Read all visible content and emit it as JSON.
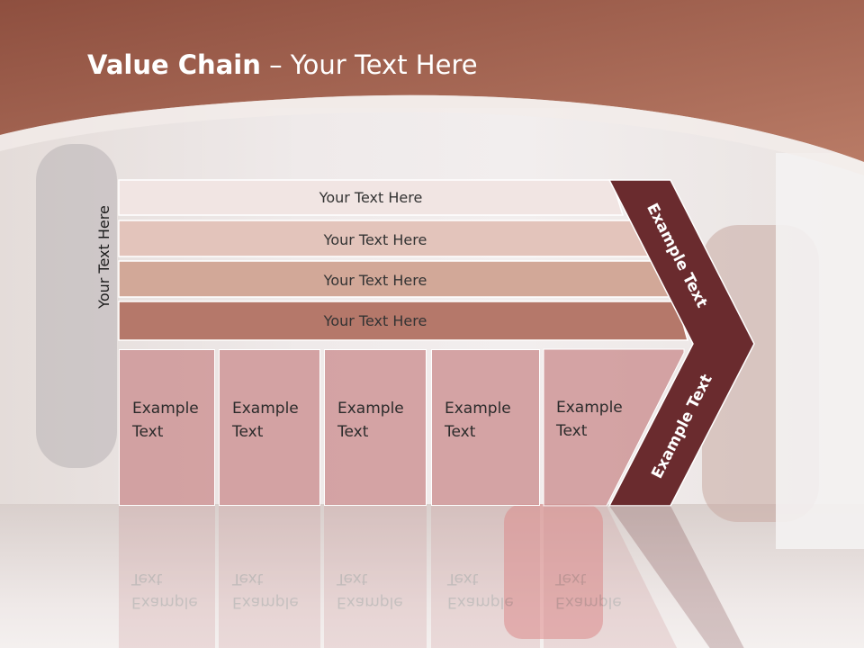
{
  "title": {
    "bold": "Value Chain",
    "rest": " – Your Text Here"
  },
  "side_label": "Your Text Here",
  "rows": [
    {
      "label": "Your Text Here",
      "color": "#f1e5e3"
    },
    {
      "label": "Your Text Here",
      "color": "#e3c4bb"
    },
    {
      "label": "Your Text Here",
      "color": "#d2a898"
    },
    {
      "label": "Your Text Here",
      "color": "#b5786a"
    }
  ],
  "columns": [
    {
      "label": "Example\nText"
    },
    {
      "label": "Example\nText"
    },
    {
      "label": "Example\nText"
    },
    {
      "label": "Example\nText"
    },
    {
      "label": "Example\nText"
    }
  ],
  "arrow": {
    "upper_label": "Example Text",
    "lower_label": "Example Text",
    "color": "#6a2b2e"
  },
  "colors": {
    "header": "#9e5a47",
    "header_light": "#b67863"
  }
}
